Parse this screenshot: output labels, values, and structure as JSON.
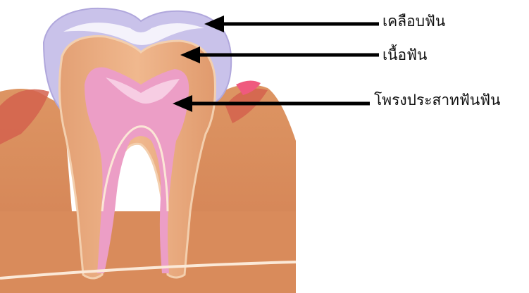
{
  "labels": {
    "enamel": "เคลือบฟัน",
    "dentin": "เนื้อฟัน",
    "pulp": "โพรงประสาทฟันฟัน"
  },
  "colors": {
    "enamel": "#c9c2ea",
    "dentin": "#e8a77a",
    "pulp": "#ec9ec6",
    "gum": "#d9826a",
    "bone": "#dd9460",
    "arrow": "#000000"
  }
}
